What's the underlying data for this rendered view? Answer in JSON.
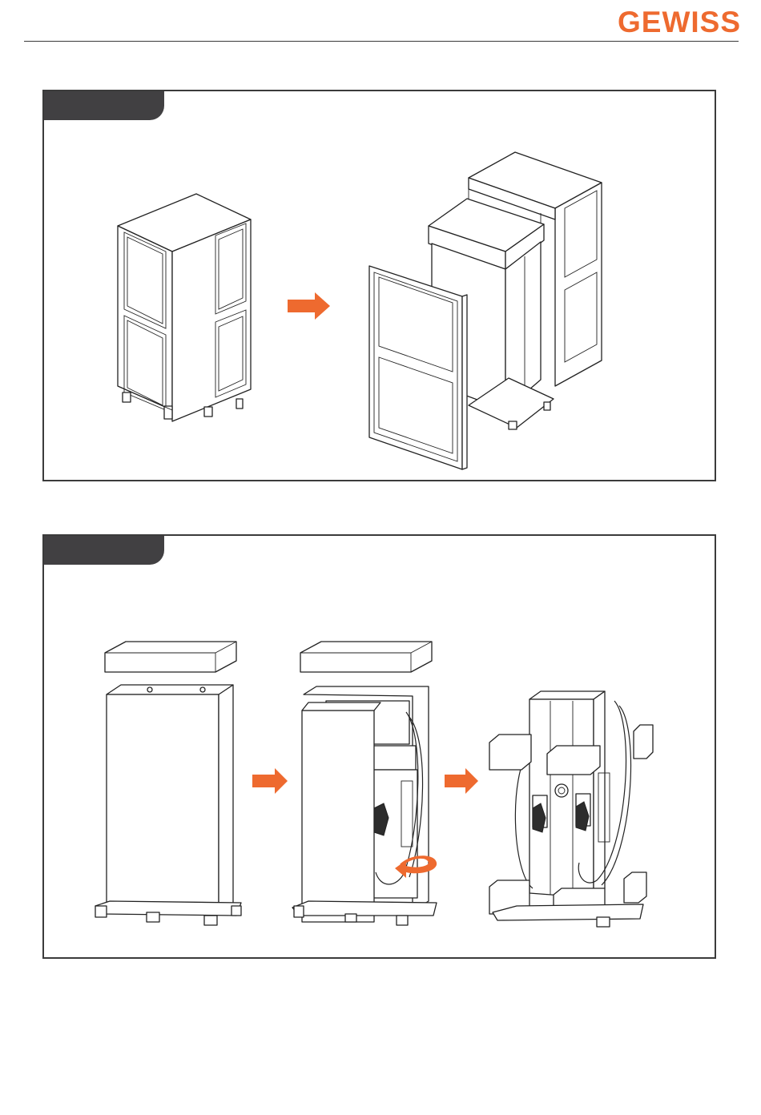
{
  "header": {
    "brand_logo_text": "GEWISS",
    "brand_color": "#ee6a2f",
    "rule_color": "#3a3a3a"
  },
  "panels": [
    {
      "tab_label": "",
      "tab_color": "#414042",
      "steps": [
        "crated-unit",
        "crate-panels-removed"
      ],
      "arrow_icon": "arrow-right-icon"
    },
    {
      "tab_label": "",
      "tab_color": "#414042",
      "steps": [
        "boxed-unit-top-removed",
        "box-wall-removed",
        "charger-unpacked"
      ],
      "arrow_icon": "arrow-right-icon",
      "rotate_icon": "rotate-arrow-icon"
    }
  ]
}
